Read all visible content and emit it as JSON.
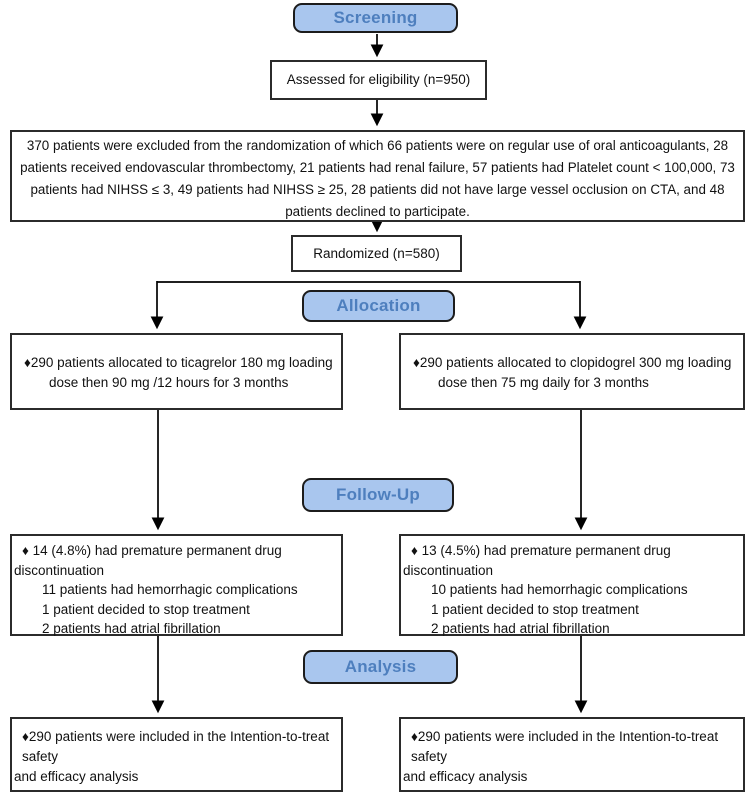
{
  "stages": {
    "screening": "Screening",
    "allocation": "Allocation",
    "followup": "Follow-Up",
    "analysis": "Analysis"
  },
  "boxes": {
    "assessed": "Assessed for eligibility (n=950)",
    "excluded": "370 patients were excluded from the randomization of which 66 patients were on regular use of oral anticoagulants, 28 patients received endovascular thrombectomy, 21 patients had renal failure, 57 patients had Platelet count < 100,000, 73 patients had NIHSS ≤ 3, 49 patients had NIHSS ≥ 25, 28 patients did not have large vessel occlusion on CTA, and 48 patients declined to participate.",
    "randomized": "Randomized (n=580)",
    "allocation_left": {
      "line1": "♦290 patients allocated to ticagrelor 180 mg loading",
      "line2": "dose then 90 mg /12 hours for 3 months"
    },
    "allocation_right": {
      "line1": "♦290 patients allocated to clopidogrel 300 mg loading",
      "line2": "dose then 75 mg daily for 3 months"
    },
    "followup_left": {
      "line1": "♦ 14 (4.8%) had premature permanent drug",
      "line2": "discontinuation",
      "items": [
        "11 patients had hemorrhagic complications",
        "1 patient decided to stop treatment",
        "2 patients had atrial fibrillation"
      ]
    },
    "followup_right": {
      "line1": "♦ 13 (4.5%) had premature permanent drug",
      "line2": "discontinuation",
      "items": [
        "10 patients had hemorrhagic complications",
        "1 patient decided to stop treatment",
        "2 patients had atrial fibrillation"
      ]
    },
    "analysis_left": {
      "line1": "♦290 patients were included in the Intention-to-treat safety",
      "line2": "and efficacy analysis"
    },
    "analysis_right": {
      "line1": "♦290 patients were included in the Intention-to-treat safety",
      "line2": "and efficacy analysis"
    }
  },
  "colors": {
    "stage_fill": "#a9c6ee",
    "stage_text": "#4e7fbe",
    "stage_border": "#1c1c1c",
    "box_border": "#2b2b2b",
    "arrow": "#000000"
  }
}
